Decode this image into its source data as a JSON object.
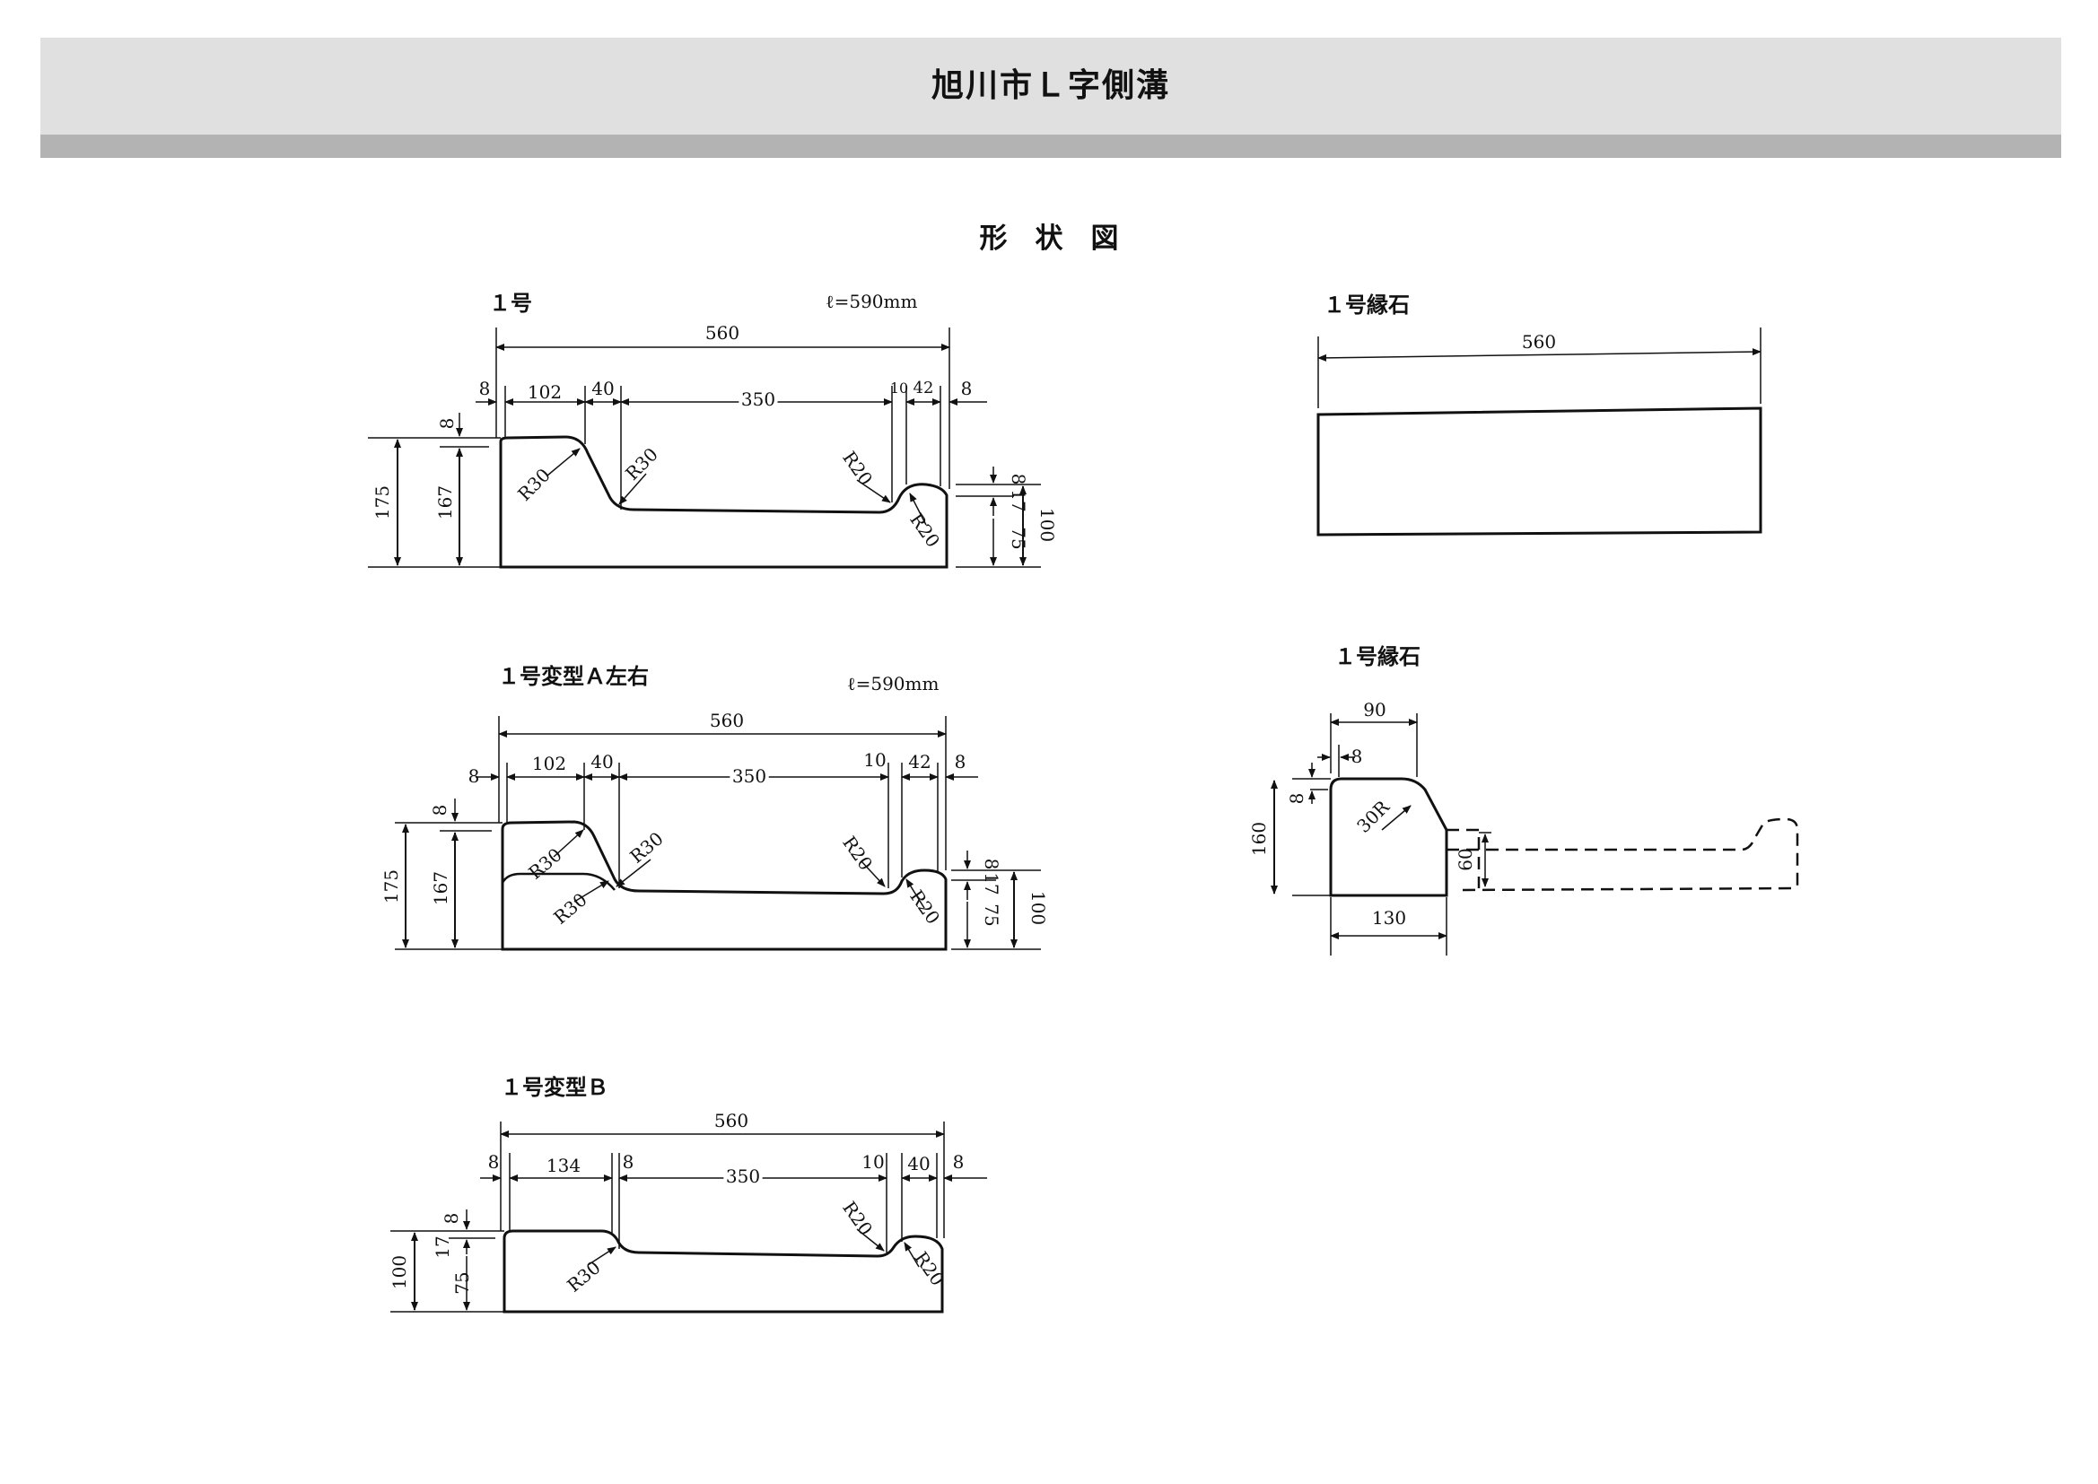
{
  "header": {
    "title": "旭川市Ｌ字側溝"
  },
  "page": {
    "subtitle": "形　状　図"
  },
  "diagrams": {
    "no1": {
      "label": "１号",
      "length_note": "ℓ=590mm",
      "dims": {
        "total": "560",
        "e1": "8",
        "w1": "102",
        "w2": "40",
        "w3": "350",
        "w4": "10",
        "w5": "42",
        "e2": "8",
        "top": "8",
        "h1": "175",
        "h2": "167",
        "hr1": "8",
        "hr2": "17",
        "hr3": "75",
        "hr4": "100"
      },
      "radii": {
        "r1": "R30",
        "r2": "R30",
        "r3": "R20",
        "r4": "R20"
      }
    },
    "no1a": {
      "label": "１号変型Ａ左右",
      "length_note": "ℓ=590mm",
      "dims": {
        "total": "560",
        "e1": "8",
        "w1": "102",
        "w2": "40",
        "w3": "350",
        "w4": "10",
        "w5": "42",
        "e2": "8",
        "top": "8",
        "h1": "175",
        "h2": "167",
        "hr1": "8",
        "hr2": "17",
        "hr3": "75",
        "hr4": "100"
      },
      "radii": {
        "r1": "R30",
        "r2": "R30",
        "r3": "R30",
        "r4": "R20",
        "r5": "R20"
      }
    },
    "no1b": {
      "label": "１号変型Ｂ",
      "dims": {
        "total": "560",
        "e1": "8",
        "w1": "134",
        "w2": "8",
        "w3": "350",
        "w4": "10",
        "w5": "40",
        "e2": "8",
        "top": "8",
        "hl1": "17",
        "hl2": "75",
        "hl3": "100"
      },
      "radii": {
        "r1": "R30",
        "r2": "R20",
        "r3": "R20"
      }
    },
    "curb_plan": {
      "label": "１号縁石",
      "dims": {
        "total": "560"
      }
    },
    "curb_section": {
      "label": "１号縁石",
      "dims": {
        "top": "90",
        "offset": "8",
        "vtop": "8",
        "height": "160",
        "side": "60",
        "base": "130"
      },
      "radii": {
        "r1": "30R"
      }
    }
  }
}
